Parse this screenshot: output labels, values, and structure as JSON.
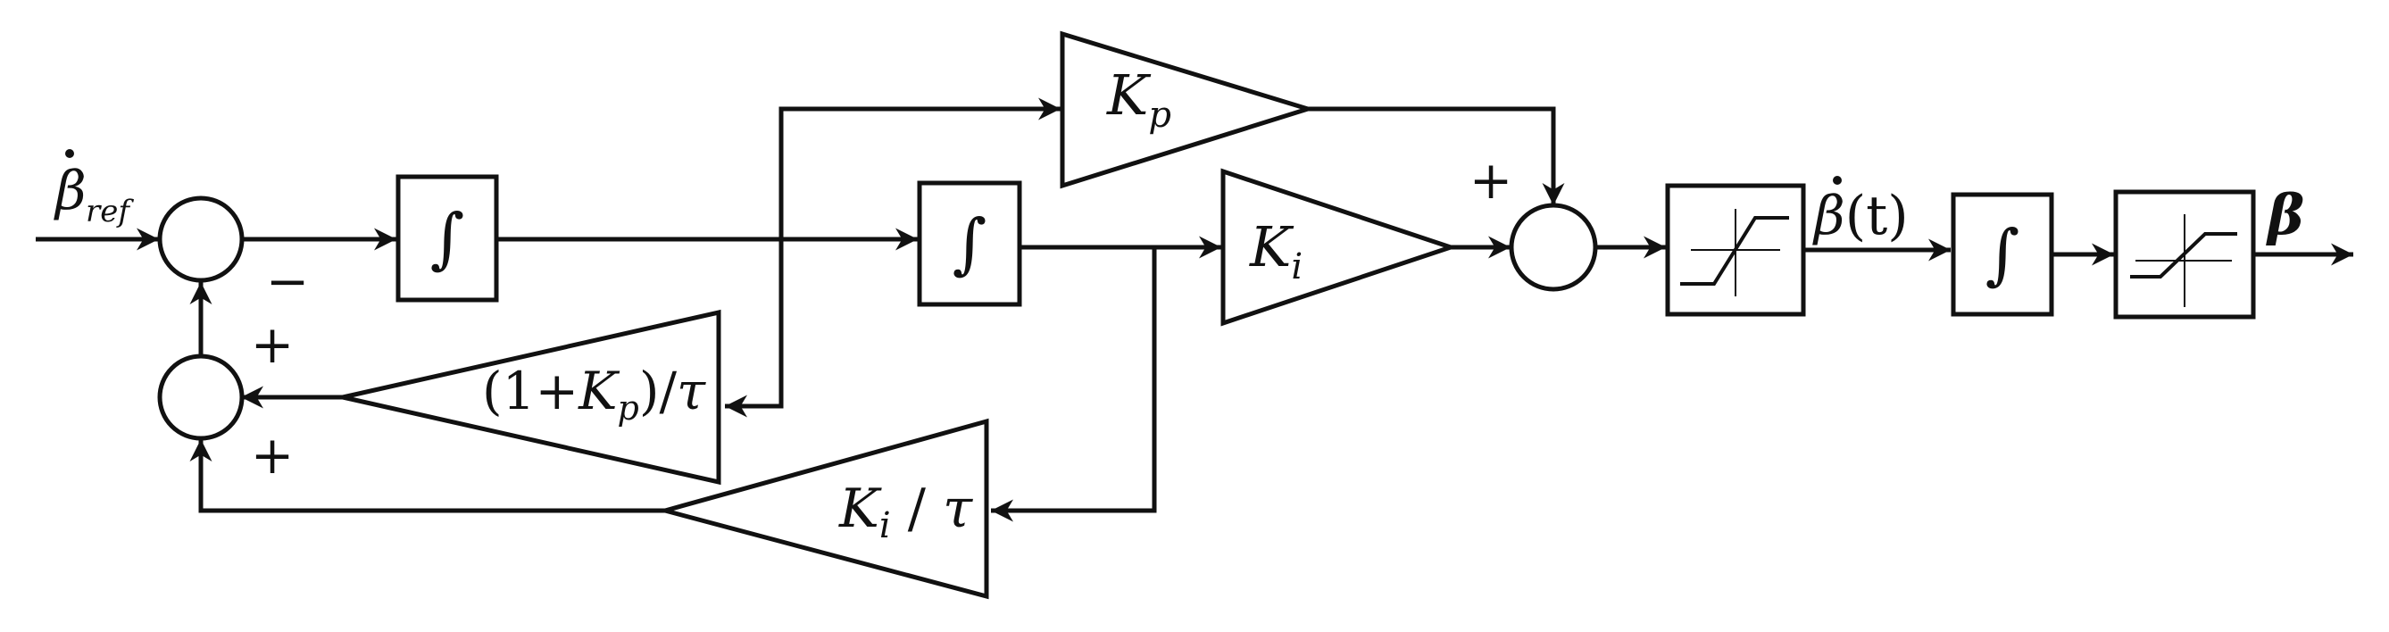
{
  "signals": {
    "input": {
      "symbol": "β",
      "sub": "ref"
    },
    "rate_output": {
      "symbol": "β",
      "rest": "(t)"
    },
    "output": "β"
  },
  "signs": {
    "sum1_feedback": "−",
    "sum2_top": "+",
    "sum2_bottom": "+",
    "sum3_top": "+"
  },
  "blocks": {
    "integrator_glyph": "∫",
    "kp": {
      "k": "K",
      "sub": "p"
    },
    "ki": {
      "k": "K",
      "sub": "i"
    },
    "kp_fb": {
      "pre": "(1+",
      "k": "K",
      "sub": "p",
      "post": ")/",
      "tau": "τ"
    },
    "ki_fb": {
      "k": "K",
      "sub": "i",
      "post": " / ",
      "tau": "τ"
    }
  }
}
